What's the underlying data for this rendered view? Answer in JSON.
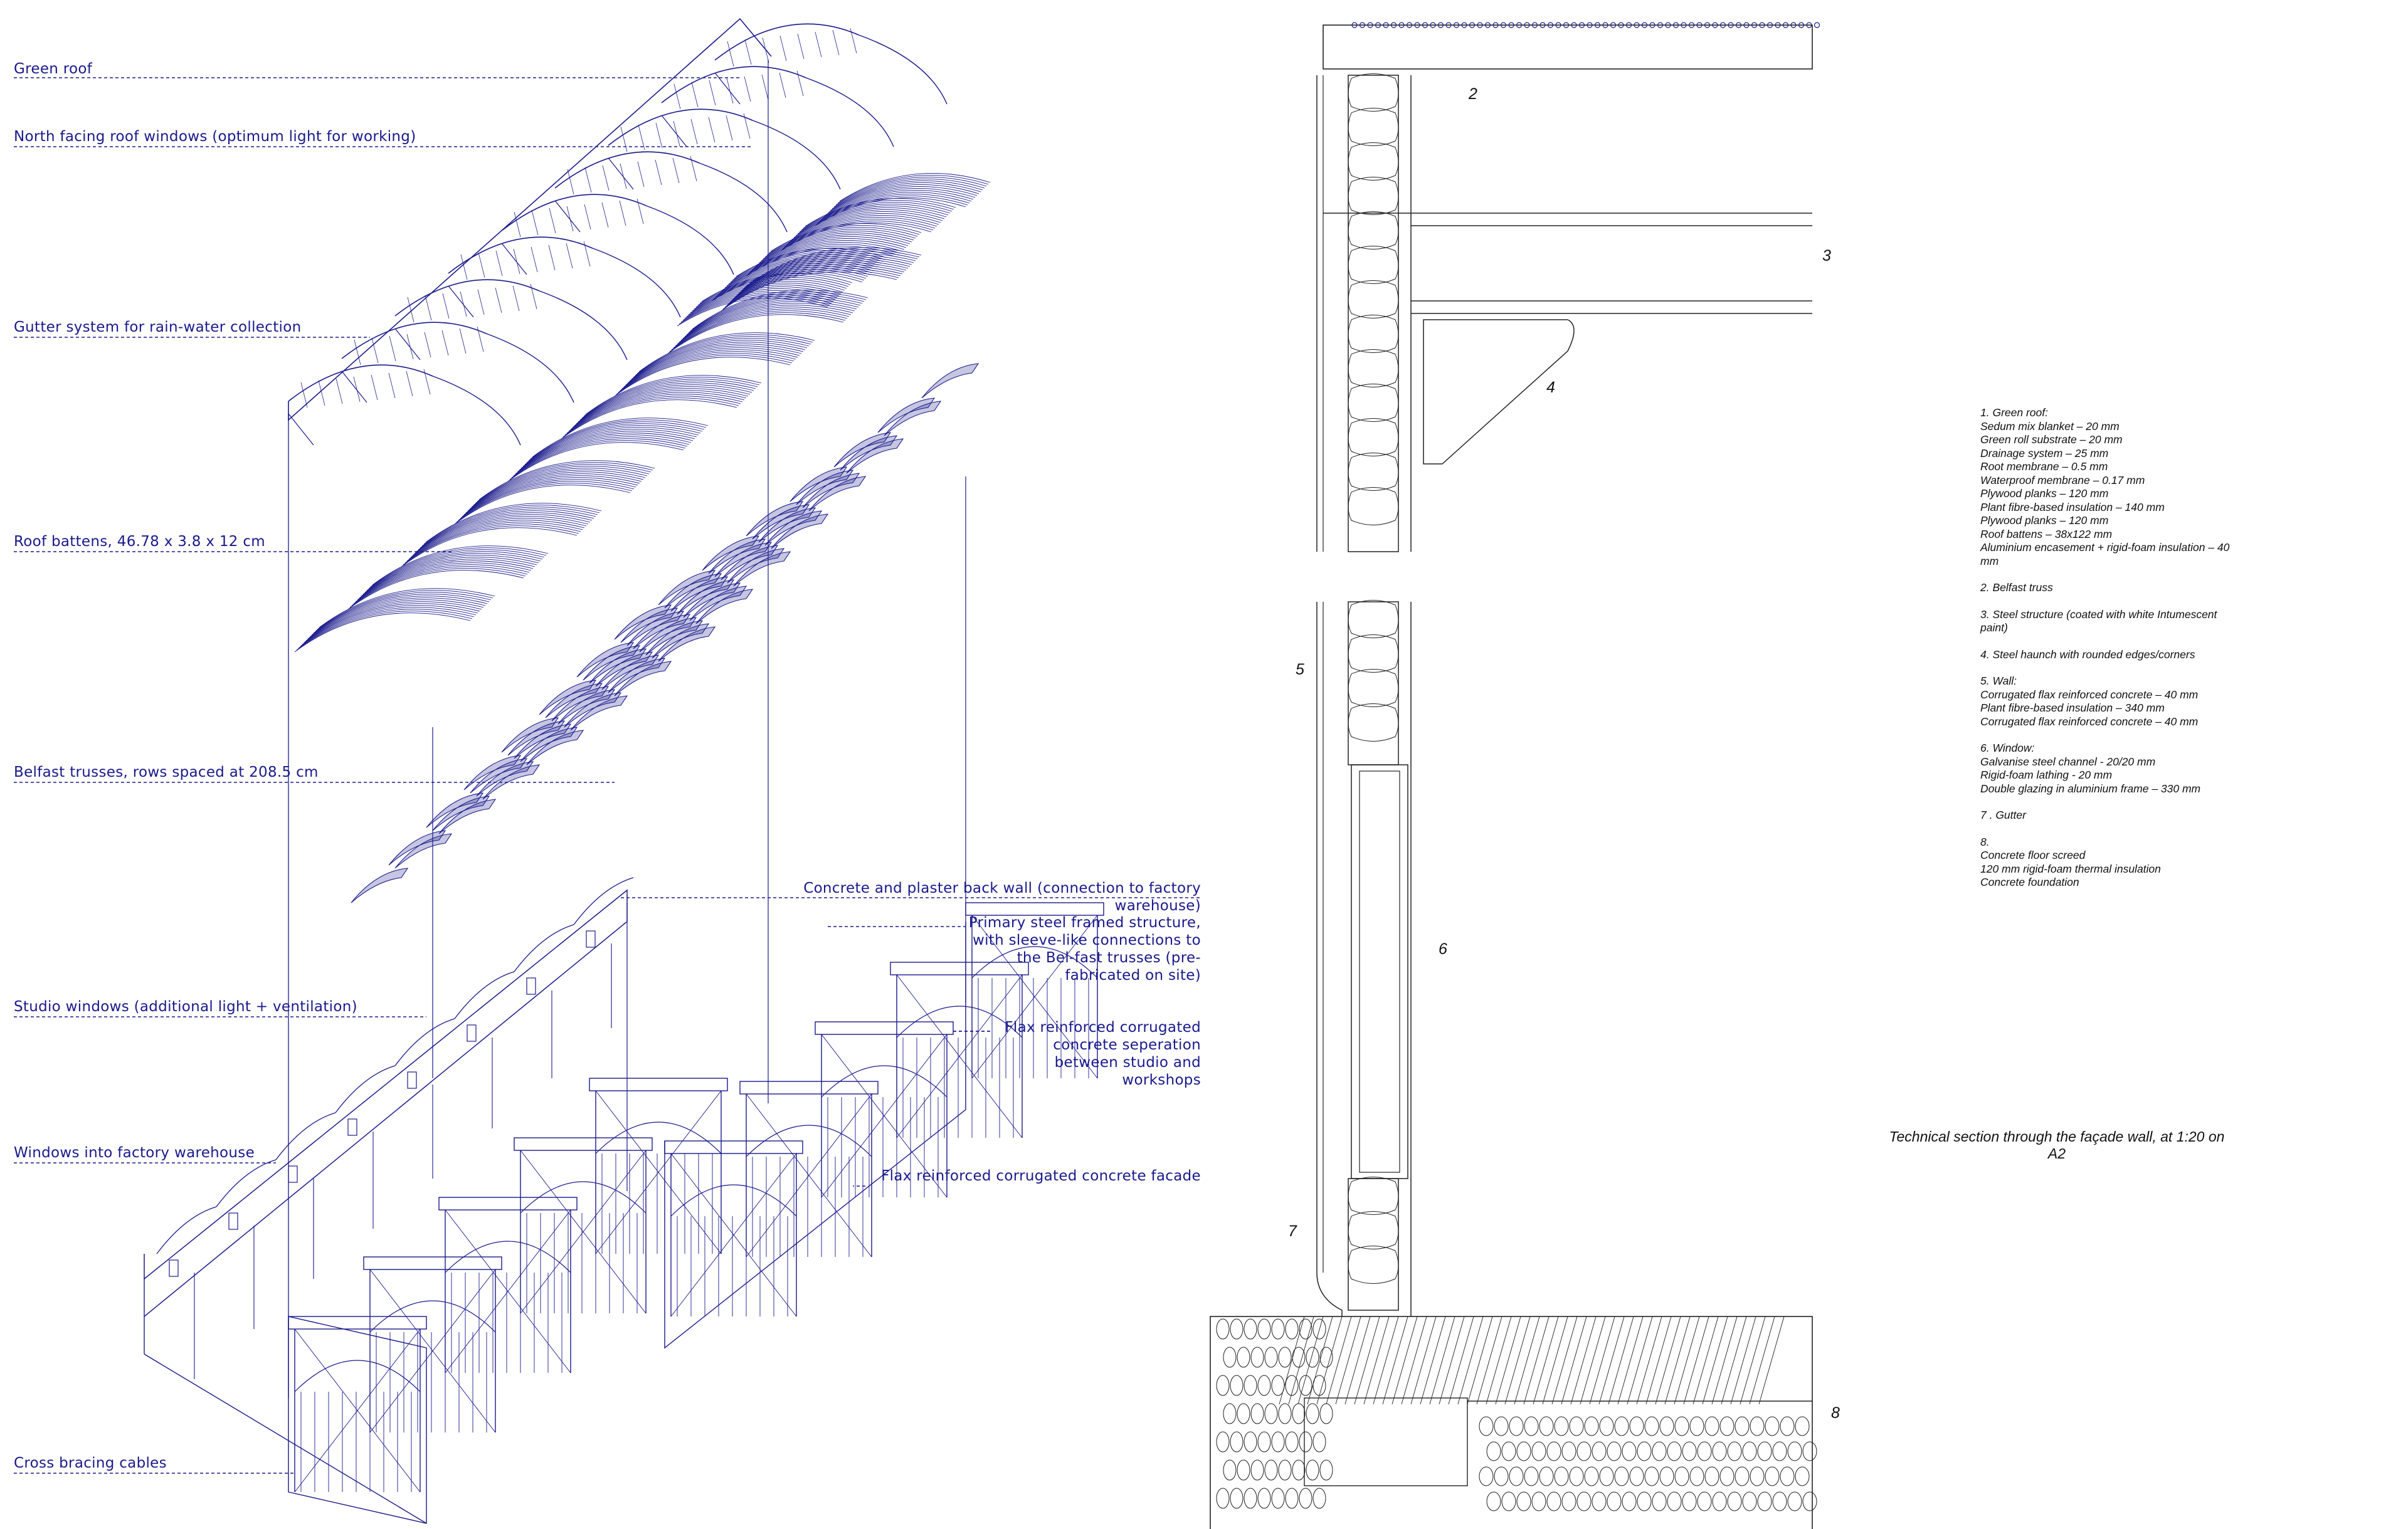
{
  "colors": {
    "ink": "#1a1a8c",
    "text": "#111111",
    "background": "#ffffff"
  },
  "axonometric_labels_left": [
    {
      "id": "green-roof",
      "text": "Green roof"
    },
    {
      "id": "north-windows",
      "text": "North facing roof windows (optimum light for working)"
    },
    {
      "id": "gutter",
      "text": "Gutter system for rain-water collection"
    },
    {
      "id": "battens",
      "text": "Roof battens, 46.78 x 3.8 x 12 cm"
    },
    {
      "id": "trusses",
      "text": "Belfast trusses, rows spaced at 208.5 cm"
    },
    {
      "id": "studio-windows",
      "text": "Studio windows (additional light + ventilation)"
    },
    {
      "id": "warehouse-windows",
      "text": "Windows into factory warehouse"
    },
    {
      "id": "bracing",
      "text": "Cross bracing cables"
    }
  ],
  "axonometric_labels_right": [
    {
      "id": "back-wall",
      "text": "Concrete and plaster back wall (connection to factory warehouse)"
    },
    {
      "id": "steel-frame",
      "text": "Primary steel framed structure, with sleeve-like connections to the Bel-fast trusses (pre-fabricated on site)"
    },
    {
      "id": "separation",
      "text": "Flax reinforced corrugated concrete seperation between studio and workshops"
    },
    {
      "id": "facade",
      "text": "Flax reinforced corrugated concrete facade"
    }
  ],
  "section_numbers": [
    "2",
    "3",
    "4",
    "5",
    "6",
    "7",
    "8"
  ],
  "notes": [
    {
      "head": "1. Green roof:",
      "lines": [
        "Sedum mix blanket – 20 mm",
        "Green roll substrate – 20 mm",
        "Drainage system – 25 mm",
        "Root membrane – 0.5 mm",
        "Waterproof membrane – 0.17 mm",
        "Plywood planks – 120 mm",
        "Plant fibre-based insulation – 140 mm",
        "Plywood planks – 120 mm",
        "Roof battens – 38x122 mm",
        "Aluminium encasement + rigid-foam insulation – 40 mm"
      ]
    },
    {
      "head": "2. Belfast truss",
      "lines": []
    },
    {
      "head": "3. Steel structure (coated with white Intumescent paint)",
      "lines": []
    },
    {
      "head": "4. Steel haunch with rounded edges/corners",
      "lines": []
    },
    {
      "head": "5. Wall:",
      "lines": [
        "Corrugated flax reinforced concrete – 40 mm",
        "Plant fibre-based insulation – 340 mm",
        "Corrugated flax reinforced concrete – 40 mm"
      ]
    },
    {
      "head": "6. Window:",
      "lines": [
        "Galvanise steel channel - 20/20 mm",
        "Rigid-foam lathing - 20 mm",
        "Double glazing in aluminium frame – 330 mm"
      ]
    },
    {
      "head": "7 . Gutter",
      "lines": []
    },
    {
      "head": "8.",
      "lines": [
        "Concrete floor screed",
        "120 mm rigid-foam thermal insulation",
        "Concrete foundation"
      ]
    }
  ],
  "caption": "Technical section through the façade wall, at 1:20 on A2"
}
